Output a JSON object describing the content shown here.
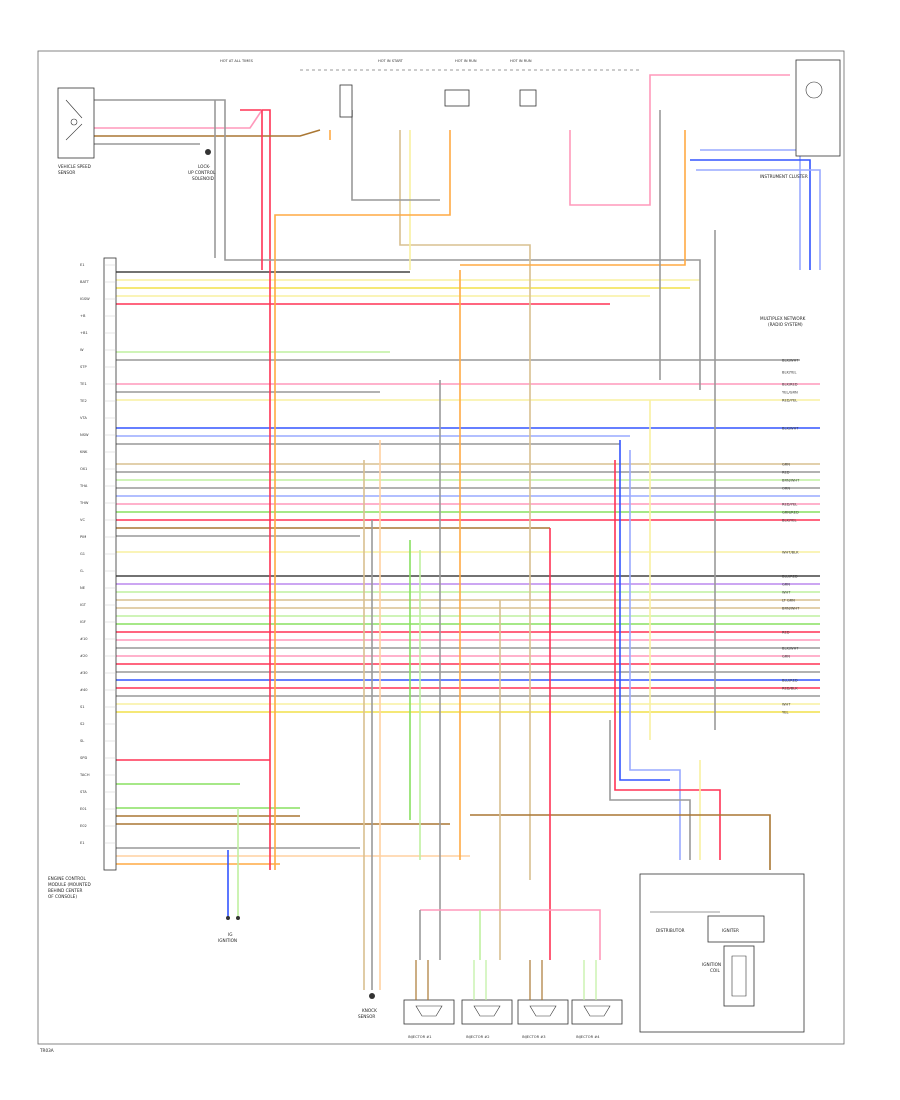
{
  "page": {
    "footer_code": "TR03A"
  },
  "components": {
    "ecm": {
      "lines": [
        "ENGINE CONTROL",
        "MODULE (MOUNTED",
        "BEHIND CENTER",
        "OF CONSOLE)"
      ]
    },
    "vehicle_speed_sensor": {
      "lines": [
        "VEHICLE SPEED",
        "SENSOR"
      ]
    },
    "lock_up_solenoid": {
      "lines": [
        "LOCK-",
        "UP CONTROL",
        "SOLENOID"
      ]
    },
    "ignition_switch": {
      "lines": [
        "IG",
        "IGNITION"
      ]
    },
    "knock_sensor": {
      "lines": [
        "KNOCK",
        "SENSOR"
      ]
    },
    "injectors": [
      "INJECTOR #1",
      "INJECTOR #2",
      "INJECTOR #3",
      "INJECTOR #4"
    ],
    "distributor": {
      "label": "DISTRIBUTOR",
      "igniter": "IGNITER",
      "ignition_coil": [
        "IGNITION",
        "COIL"
      ]
    },
    "instrument_cluster": {
      "label": "INSTRUMENT CLUSTER"
    },
    "radio": {
      "lines": [
        "MULTIPLEX NETWORK",
        "(RADIO SYSTEM)"
      ]
    },
    "top_labels": [
      "HOT AT ALL TIMES",
      "HOT IN START",
      "HOT IN RUN",
      "HOT IN RUN"
    ]
  },
  "left_pins": [
    "E1",
    "BATT",
    "IGSW",
    "+B",
    "+B1",
    "W",
    "STP",
    "TE1",
    "TE2",
    "VTA",
    "NSW",
    "KNK",
    "OX1",
    "THA",
    "THW",
    "VC",
    "PIM",
    "G1",
    "G-",
    "NE",
    "IGT",
    "IGF",
    "#10",
    "#20",
    "#30",
    "#40",
    "S1",
    "S2",
    "SL",
    "SPD",
    "TACH",
    "STA",
    "E01",
    "E02",
    "E1"
  ],
  "right_labels": [
    "BLK/WHT",
    "BLK/YEL",
    "BLK/RED",
    "YEL/GRN",
    "RED/YEL",
    "BLK/WHT",
    "GRN",
    "RED",
    "BRN/WHT",
    "ORN",
    "RED/YEL",
    "GRN/RED",
    "BLK/YEL",
    "WHT/BLK",
    "BLU/RED",
    "GRN",
    "WHT",
    "LT GRN",
    "BRN/WHT",
    "RED",
    "BLK/WHT",
    "GRN",
    "BLU/RED",
    "RED/BLK",
    "WHT",
    "YEL"
  ],
  "wire_colors": {
    "red": "#ff3355",
    "pink": "#ff99bb",
    "yellow": "#f2e04a",
    "ltyellow": "#f8f0a0",
    "green": "#88e060",
    "ltgreen": "#bff0a0",
    "blue": "#3355ff",
    "ltblue": "#99aaff",
    "black": "#444444",
    "gray": "#999999",
    "orange": "#ffaa44",
    "ltorange": "#ffd0a0",
    "brown": "#aa7733",
    "tan": "#d8c090",
    "violet": "#bb88ee"
  }
}
